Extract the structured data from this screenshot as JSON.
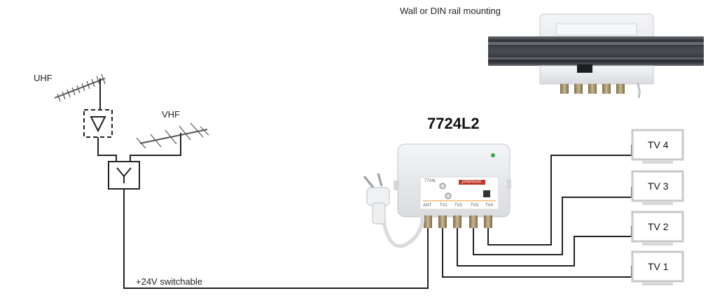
{
  "diagram": {
    "mount_caption": "Wall or DIN rail mounting",
    "model": "7724L2",
    "uhf_label": "UHF",
    "vhf_label": "VHF",
    "power_label": "+24V switchable",
    "tv_outputs": [
      {
        "label": "TV 4"
      },
      {
        "label": "TV 3"
      },
      {
        "label": "TV 2"
      },
      {
        "label": "TV 1"
      }
    ],
    "device_face": {
      "model_text": "7724L",
      "brand_text": "johansson",
      "port_labels": [
        "ANT",
        "TV1",
        "TV2",
        "TV3",
        "TV4"
      ]
    },
    "colors": {
      "line": "#222222",
      "device_body": "#e9eaec",
      "rail": "#3d4044",
      "tv_frame": "#c8c8c8",
      "led": "#3aa655",
      "brand_badge": "#c0392b"
    },
    "icons": [
      "uhf-antenna-icon",
      "vhf-antenna-icon",
      "amplifier-triangle-icon",
      "combiner-y-icon",
      "power-plug-icon",
      "tv-monitor-icon"
    ]
  }
}
